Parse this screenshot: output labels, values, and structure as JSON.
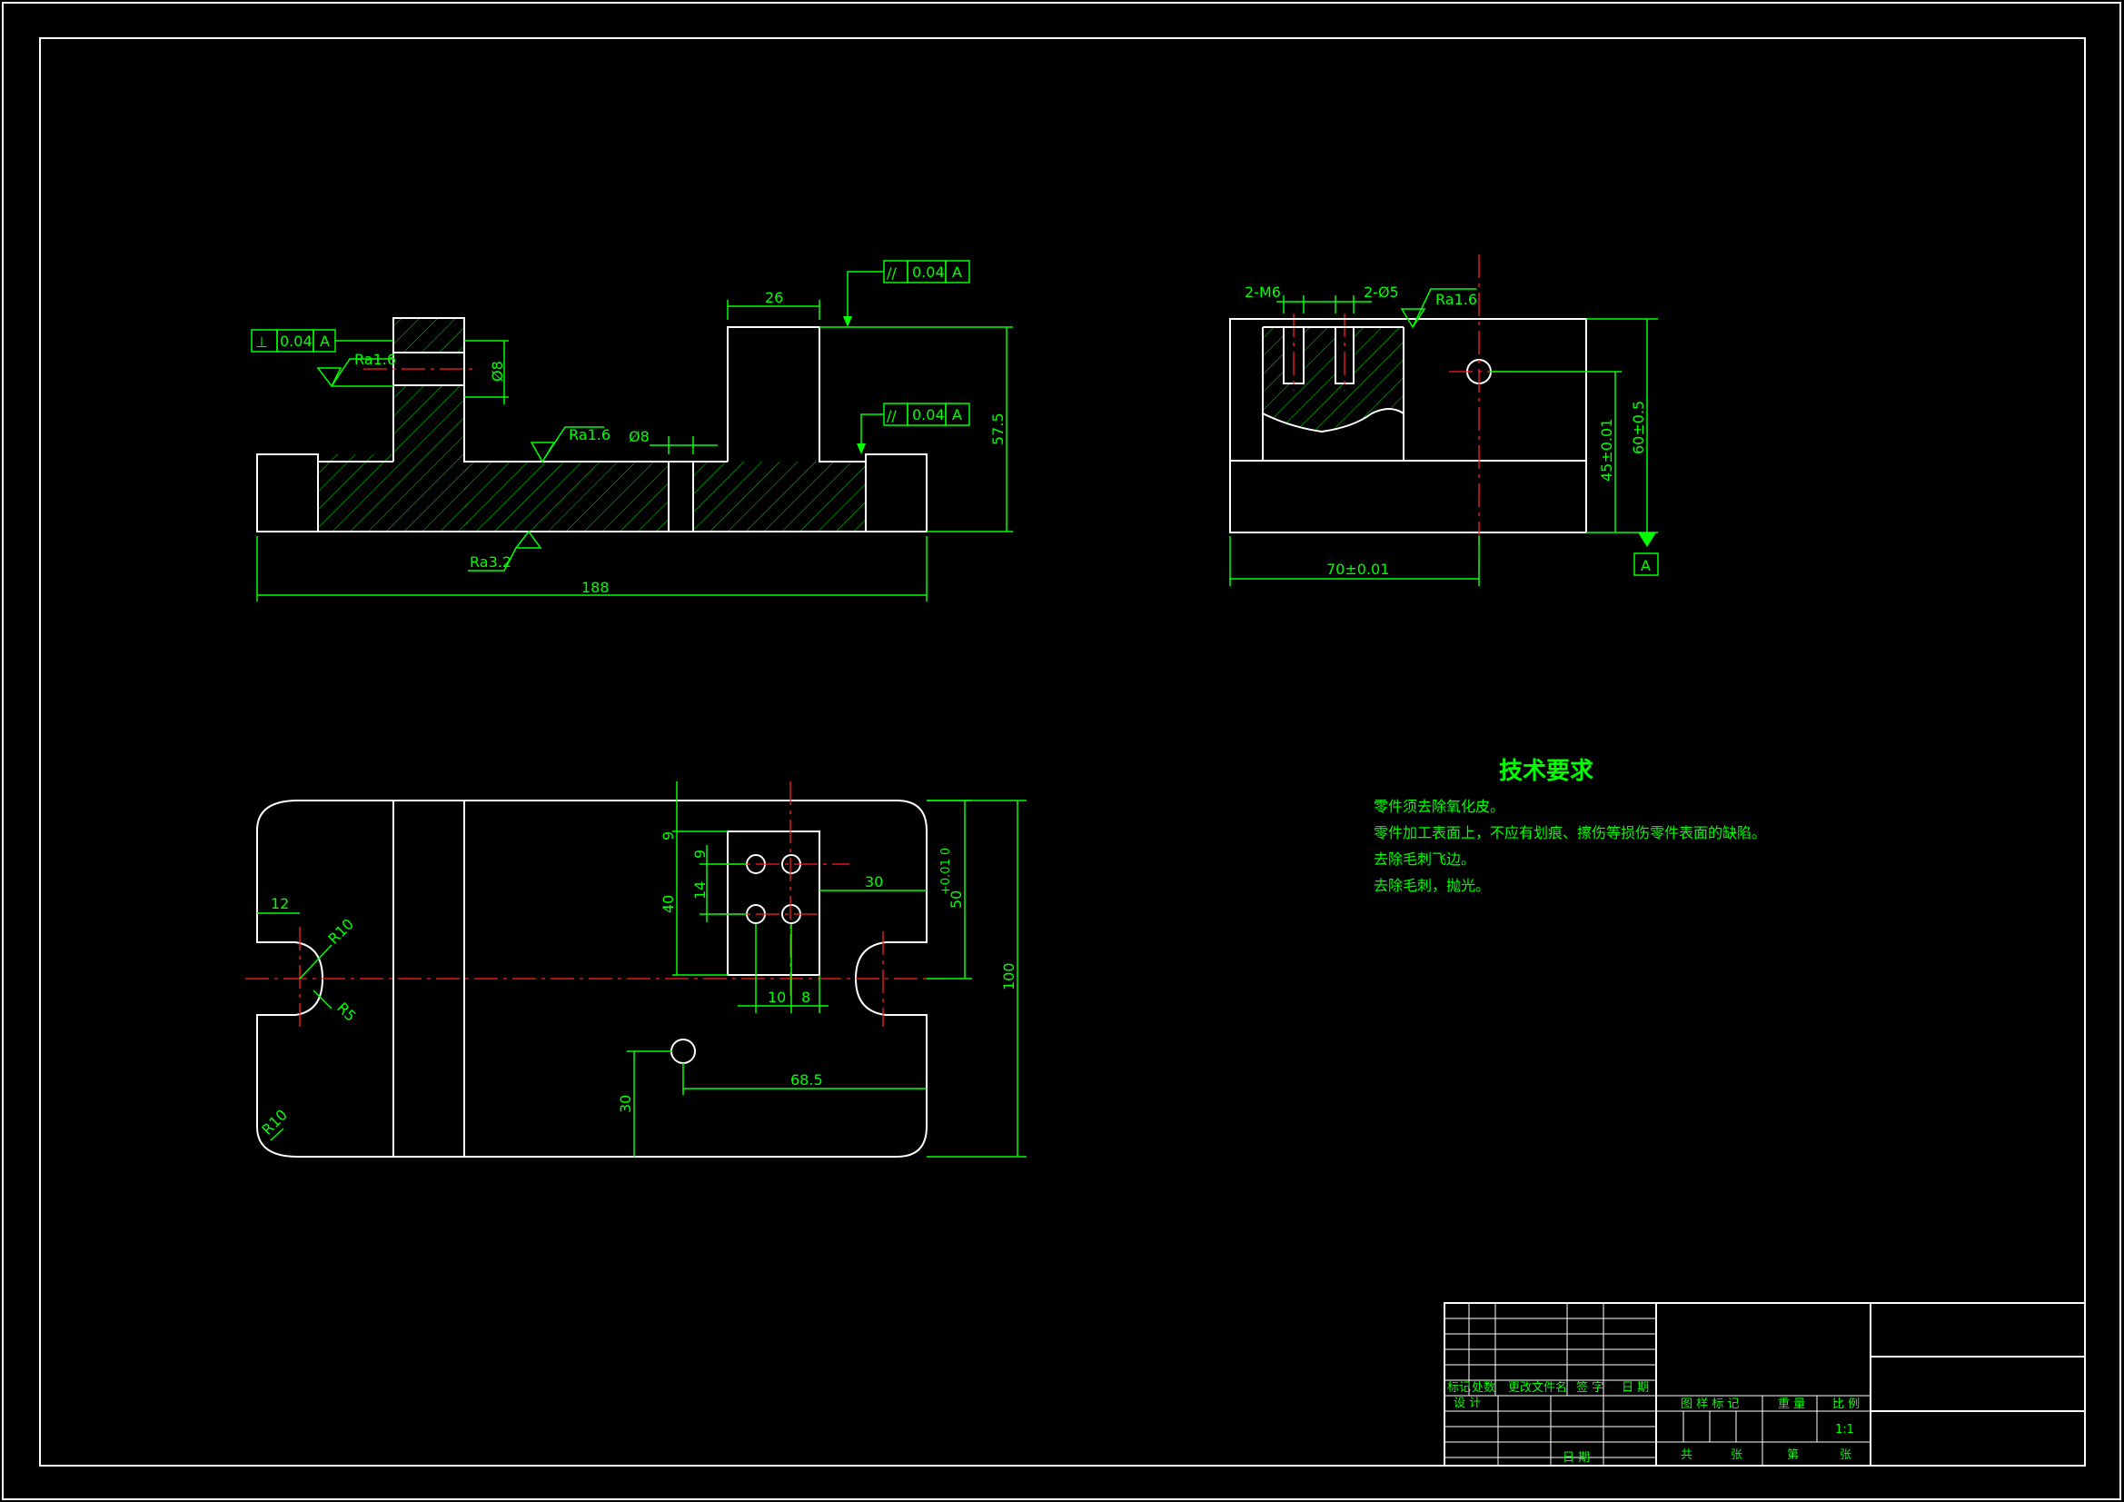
{
  "front_view": {
    "dim_188": "188",
    "dim_26": "26",
    "dim_57_5": "57.5",
    "dim_hole_left": "Ø8",
    "dim_hole_mid": "Ø8",
    "perp_symbol": "⊥",
    "perp_tol": "0.04",
    "perp_datum": "A",
    "par_symbol": "//",
    "par_tol_top": "0.04",
    "par_datum_top": "A",
    "par_tol_right": "0.04",
    "par_datum_right": "A",
    "rough_left": "Ra1.6",
    "rough_mid": "Ra1.6",
    "rough_bottom": "Ra3.2"
  },
  "side_view": {
    "thread_label": "2-M6",
    "hole_label": "2-Ø5",
    "rough_top": "Ra1.6",
    "dim_width": "70±0.01",
    "dim_45": "45±0.01",
    "dim_60": "60±0.5",
    "datum": "A"
  },
  "top_view": {
    "dim_12": "12",
    "dim_R10_slot": "R10",
    "dim_R5": "R5",
    "dim_R10_corner": "R10",
    "dim_9a": "9",
    "dim_9b": "9",
    "dim_14": "14",
    "dim_40": "40",
    "dim_30_right": "30",
    "dim_50": "50",
    "dim_50_tol": "+0.01\n0",
    "dim_100": "100",
    "dim_10": "10",
    "dim_8": "8",
    "dim_68_5": "68.5",
    "dim_30_bottom": "30"
  },
  "notes": {
    "title": "技术要求",
    "lines": [
      "零件须去除氧化皮。",
      "零件加工表面上，不应有划痕、擦伤等损伤零件表面的缺陷。",
      "去除毛刺飞边。",
      "去除毛刺，抛光。"
    ]
  },
  "title_block": {
    "rev_mark": "标记",
    "rev_count": "处数",
    "rev_doc": "更改文件名",
    "rev_sign": "签 字",
    "rev_date": "日 期",
    "design": "设 计",
    "date": "日 期",
    "stage_mark": "图 样 标 记",
    "weight": "重 量",
    "scale": "比 例",
    "scale_value": "1:1",
    "total": "共",
    "sheets": "张",
    "sheet_no": "第",
    "sheet": "张"
  }
}
